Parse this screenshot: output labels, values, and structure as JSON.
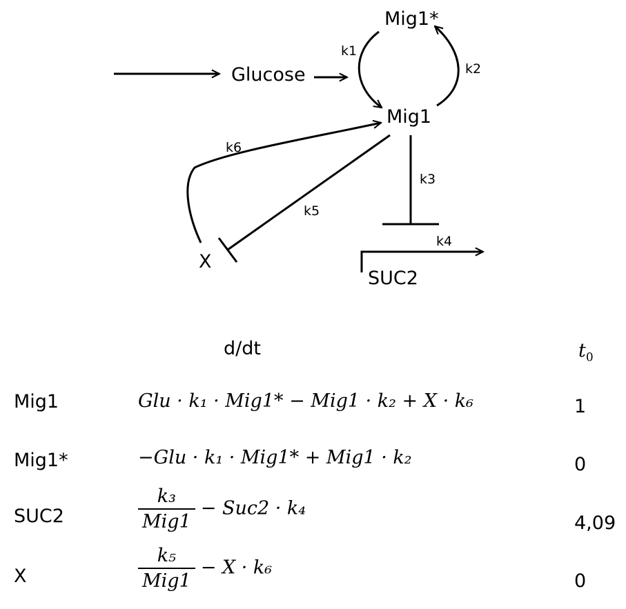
{
  "nodes": {
    "mig1_star": "Mig1*",
    "glucose": "Glucose",
    "mig1": "Mig1",
    "x": "X",
    "suc2": "SUC2"
  },
  "rates": {
    "k1": "k1",
    "k2": "k2",
    "k3": "k3",
    "k4": "k4",
    "k5": "k5",
    "k6": "k6"
  },
  "table": {
    "header_ddt": "d/dt",
    "header_t0": "t",
    "header_t0_sub": "0",
    "rows": [
      {
        "label": "Mig1",
        "equation": "Glu · k₁ · Mig1* − Mig1 · k₂ + X · k₆",
        "initial": "1"
      },
      {
        "label": "Mig1*",
        "equation": "−Glu · k₁ · Mig1* + Mig1 · k₂",
        "initial": "0"
      },
      {
        "label": "SUC2",
        "numerator": "k₃",
        "denominator": "Mig1",
        "rest": "− Suc2 · k₄",
        "initial": "4,09"
      },
      {
        "label": "X",
        "numerator": "k₅",
        "denominator": "Mig1",
        "rest": "− X · k₆",
        "initial": "0"
      }
    ]
  }
}
